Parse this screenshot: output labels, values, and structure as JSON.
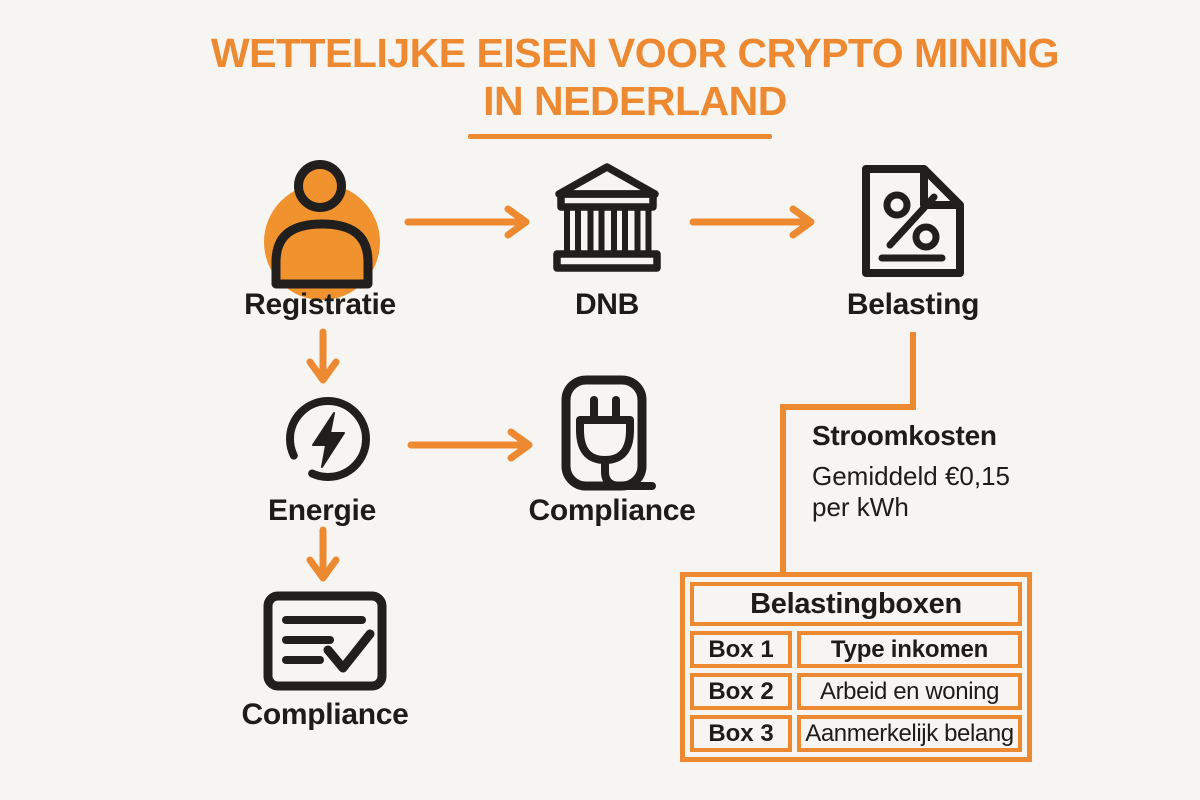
{
  "title": {
    "line1": "WETTELIJKE EISEN VOOR CRYPTO MINING",
    "line2": "IN NEDERLAND"
  },
  "colors": {
    "orange": "#ED8A31",
    "orange-fill": "#F0922E",
    "dark": "#211F1D",
    "bg": "#F7F5F1",
    "text": "#1E1C1A"
  },
  "nodes": {
    "registratie": "Registratie",
    "dnb": "DNB",
    "belasting": "Belasting",
    "energie": "Energie",
    "compliance_energy": "Compliance",
    "compliance_final": "Compliance"
  },
  "icons": {
    "registratie": "person-icon",
    "dnb": "bank-icon",
    "belasting": "tax-percent-document-icon",
    "energie": "lightning-circle-icon",
    "compliance_energy": "power-plug-icon",
    "compliance_final": "checklist-icon"
  },
  "stroomkosten": {
    "title": "Stroomkosten",
    "line1": "Gemiddeld €0,15",
    "line2": "per kWh"
  },
  "table": {
    "title": "Belastingboxen",
    "rows": [
      {
        "box": "Box 1",
        "value": "Type inkomen"
      },
      {
        "box": "Box 2",
        "value": "Arbeid en woning"
      },
      {
        "box": "Box 3",
        "value": "Aanmerkelijk belang"
      }
    ]
  }
}
